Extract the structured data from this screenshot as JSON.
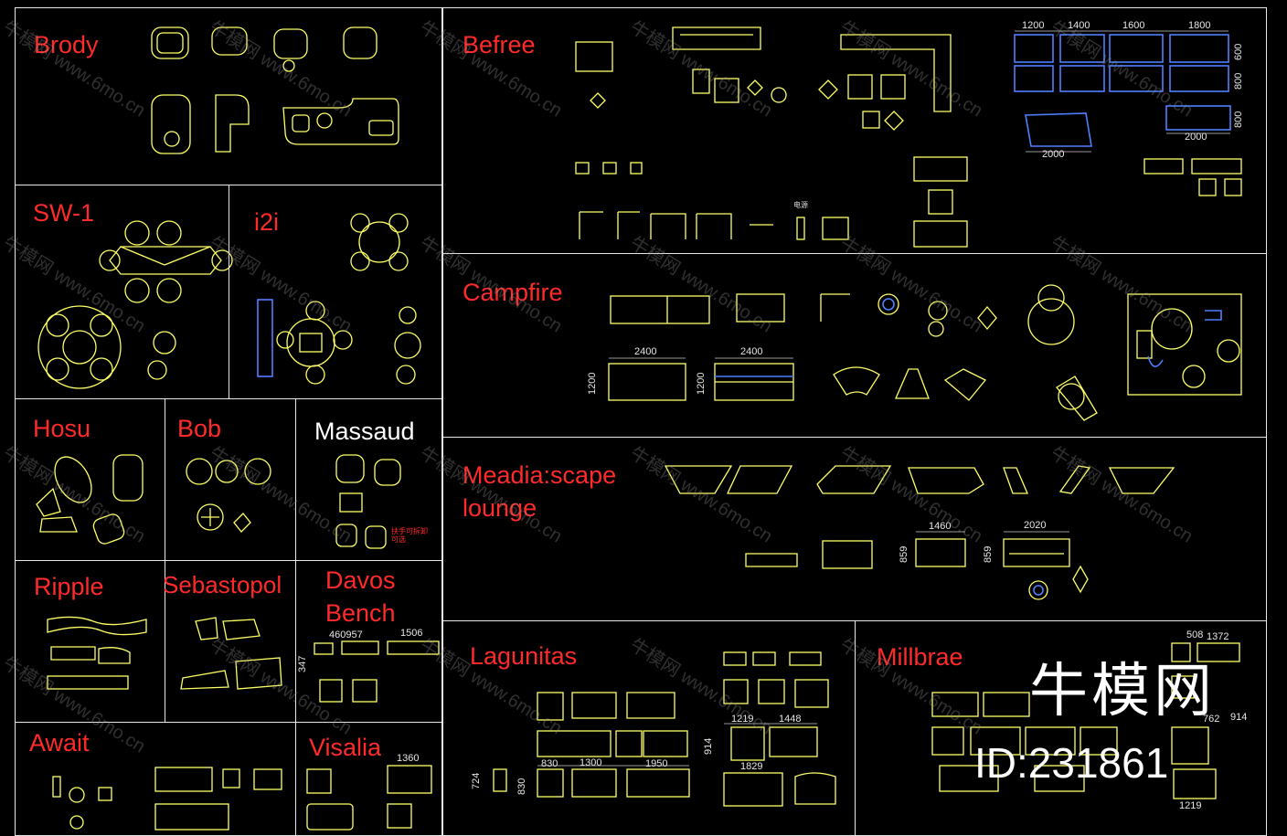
{
  "colors": {
    "background": "#000000",
    "frame": "#e8e8e8",
    "label_red": "#ff2a2a",
    "label_white": "#ffffff",
    "cad_yellow": "#ffff66",
    "cad_blue": "#4d7fff",
    "dimension_text": "#e6e6e6"
  },
  "sections": {
    "brody": "Brody",
    "sw1": "SW-1",
    "i2i": "i2i",
    "hosu": "Hosu",
    "bob": "Bob",
    "massaud": "Massaud",
    "ripple": "Ripple",
    "sebastopol": "Sebastopol",
    "davos_line1": "Davos",
    "davos_line2": "Bench",
    "await": "Await",
    "visalia": "Visalia",
    "befree": "Befree",
    "campfire": "Campfire",
    "meadia_line1": "Meadia:scape",
    "meadia_line2": "lounge",
    "lagunitas": "Lagunitas",
    "millbrae": "Millbrae"
  },
  "dimensions": {
    "befree_1200": "1200",
    "befree_1400": "1400",
    "befree_1600": "1600",
    "befree_1800": "1800",
    "befree_600": "600",
    "befree_800a": "800",
    "befree_800b": "800",
    "befree_2000a": "2000",
    "befree_2000b": "2000",
    "campfire_2400a": "2400",
    "campfire_2400b": "2400",
    "campfire_1200a": "1200",
    "campfire_1200b": "1200",
    "meadia_1460": "1460",
    "meadia_2020": "2020",
    "meadia_859a": "859",
    "meadia_859b": "859",
    "davos_460957": "460957",
    "davos_1506": "1506",
    "davos_347": "347",
    "visalia_1360": "1360",
    "lag_1219": "1219",
    "lag_1448": "1448",
    "lag_914": "914",
    "lag_1829": "1829",
    "lag_830a": "830",
    "lag_1300": "1300",
    "lag_1950": "1950",
    "lag_724": "724",
    "lag_830b": "830",
    "mill_508": "508",
    "mill_1372": "1372",
    "mill_762": "762",
    "mill_914": "914",
    "mill_1219": "1219"
  },
  "annotations": {
    "befree_note": "电源",
    "massaud_note": "扶手可拆卸\n可选"
  },
  "watermark": {
    "brand": "牛模网",
    "id": "ID:231861",
    "tile_text": "牛模网 www.6mo.cn"
  }
}
